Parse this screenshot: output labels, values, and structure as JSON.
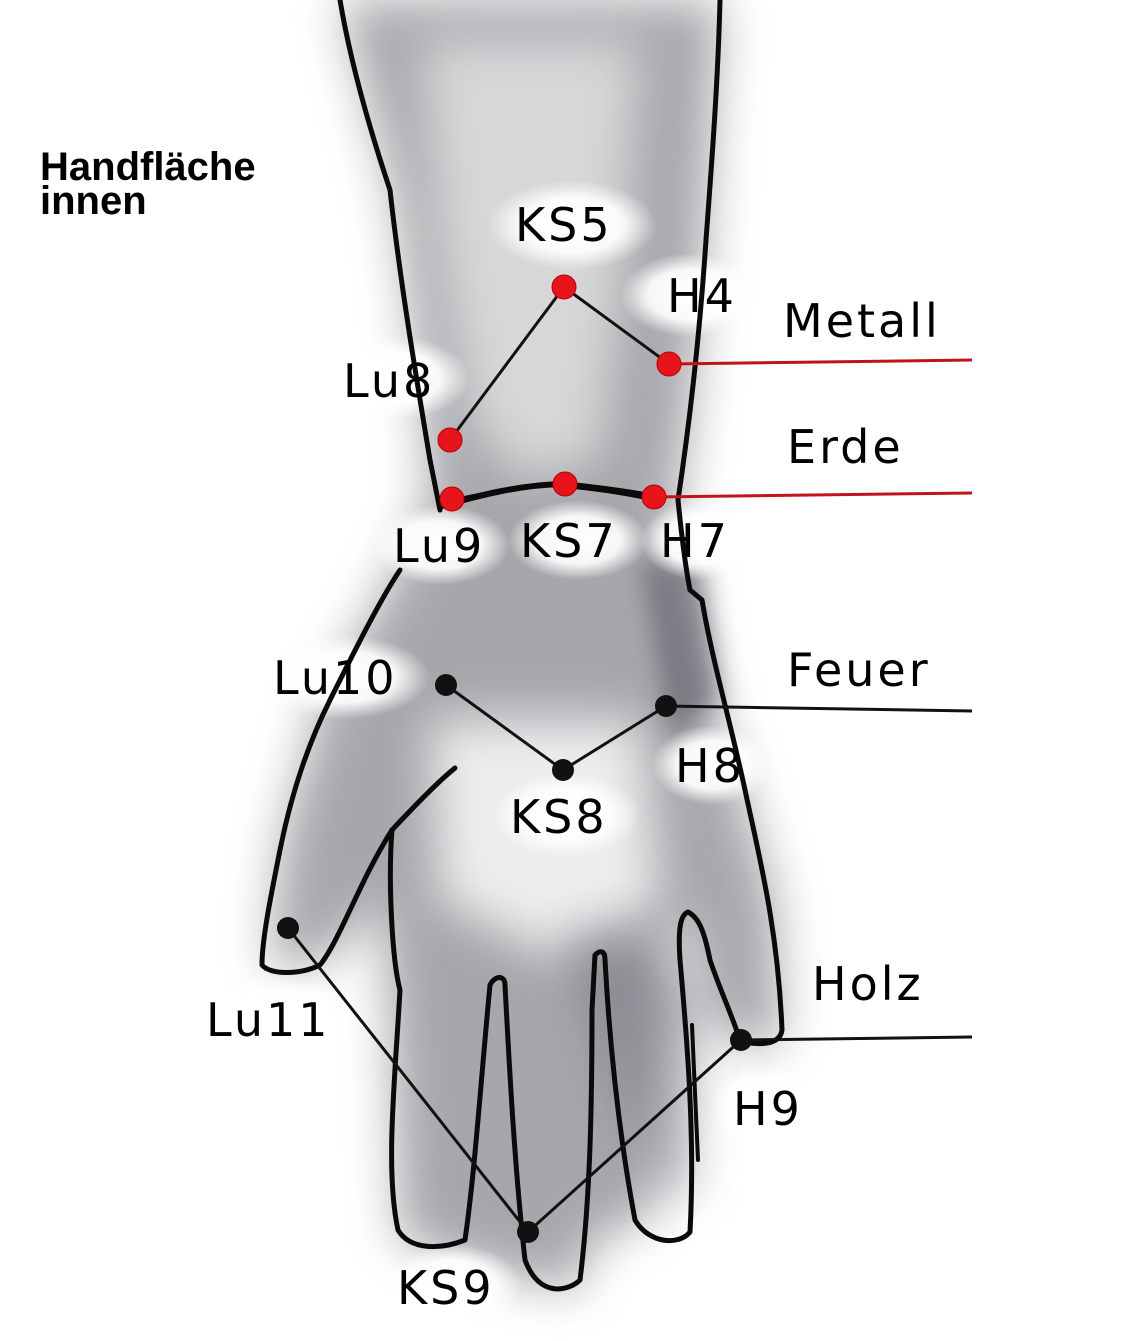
{
  "title_lines": [
    "Handfläche",
    "innen"
  ],
  "elements": {
    "metall": "Metall",
    "erde": "Erde",
    "feuer": "Feuer",
    "holz": "Holz"
  },
  "points": {
    "KS5": "KS5",
    "H4": "H4",
    "Lu8": "Lu8",
    "Lu9": "Lu9",
    "KS7": "KS7",
    "H7": "H7",
    "Lu10": "Lu10",
    "KS8": "KS8",
    "H8": "H8",
    "Lu11": "Lu11",
    "H9": "H9",
    "KS9": "KS9"
  },
  "colors": {
    "red_point": "#e8141b",
    "red_line": "#c0141a",
    "black_point": "#111111",
    "outline": "#0a0a0a"
  }
}
